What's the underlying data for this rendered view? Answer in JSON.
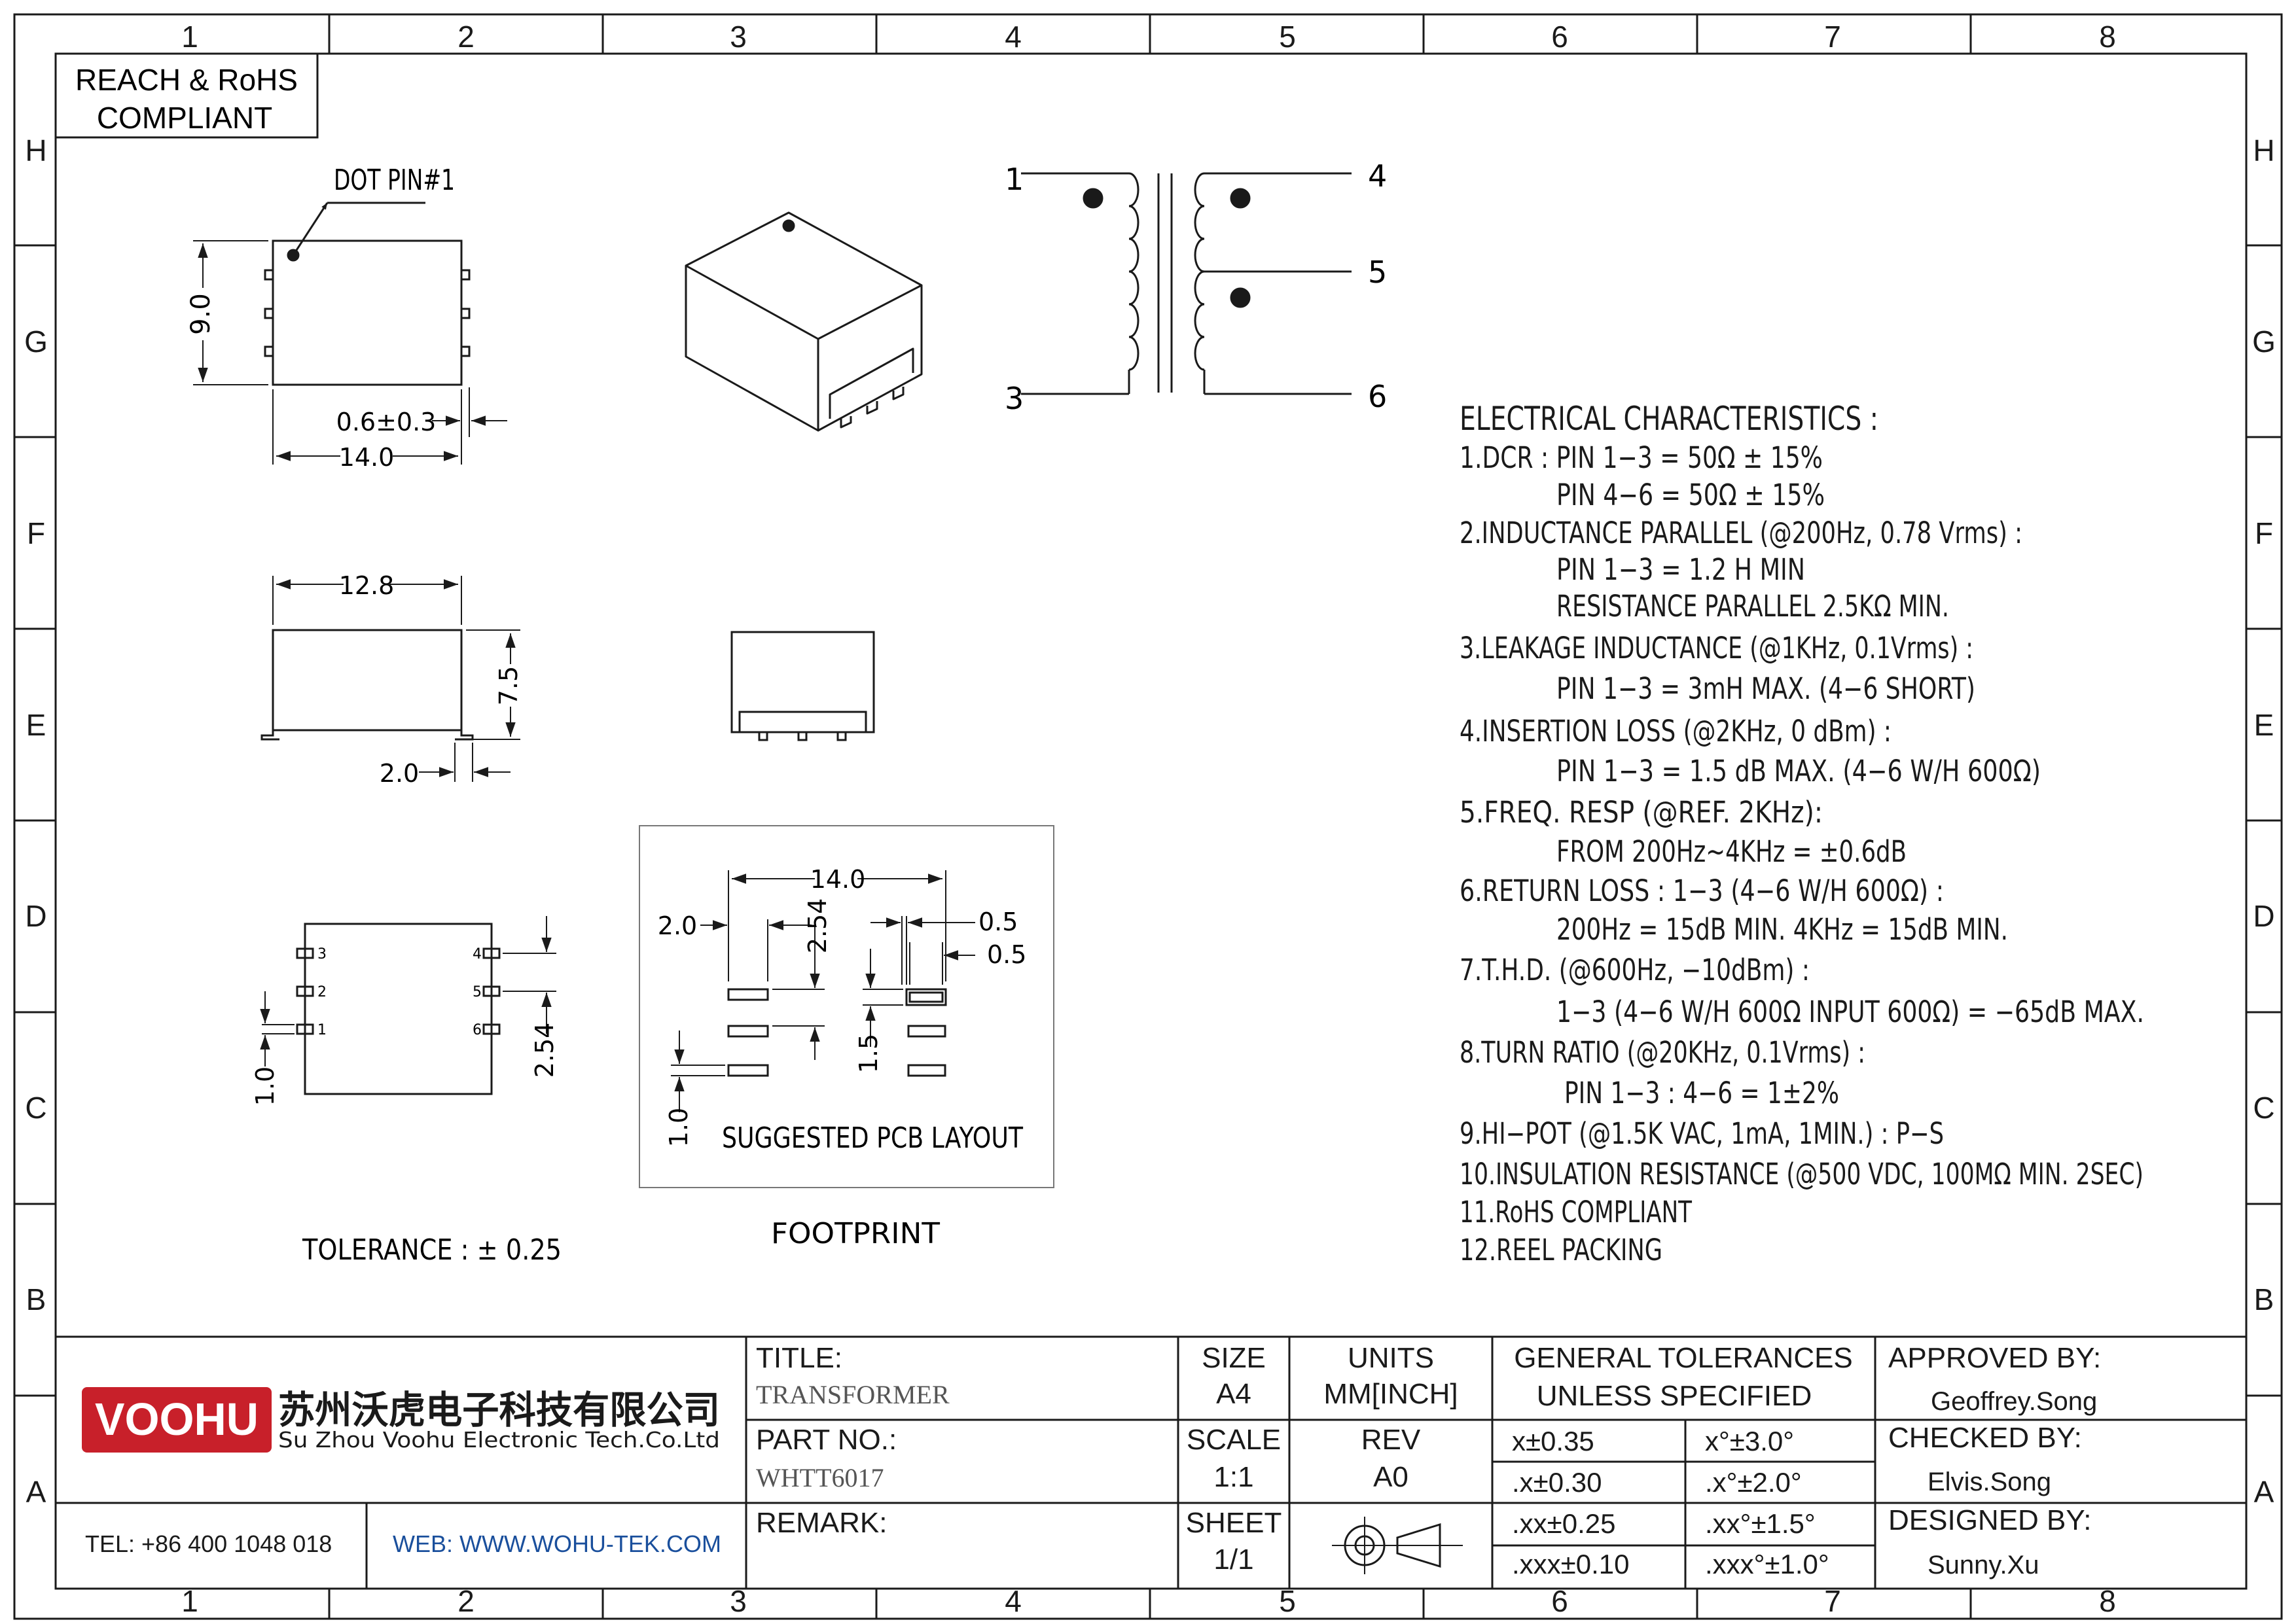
{
  "grid": {
    "columns": [
      "1",
      "2",
      "3",
      "4",
      "5",
      "6",
      "7",
      "8"
    ],
    "rows": [
      "H",
      "G",
      "F",
      "E",
      "D",
      "C",
      "B",
      "A"
    ]
  },
  "compliance_box": {
    "line1": "REACH & RoHS",
    "line2": "COMPLIANT"
  },
  "top_view": {
    "dot_label": "DOT PIN#1",
    "height_dim": "9.0",
    "pin_dim": "0.6±0.3",
    "width_dim": "14.0"
  },
  "side_view": {
    "width_dim": "12.8",
    "height_dim": "7.5",
    "pad_dim": "2.0"
  },
  "bottom_view": {
    "pin_labels": [
      "3",
      "2",
      "1",
      "4",
      "5",
      "6"
    ],
    "pin_width_dim": "1.0",
    "pitch_dim": "2.54"
  },
  "pcb_layout": {
    "title": "SUGGESTED PCB LAYOUT",
    "width_dim": "14.0",
    "offset_dim": "2.0",
    "pitch_dim": "2.54",
    "gap_dim_a": "0.5",
    "gap_dim_b": "0.5",
    "pad_length_dim": "1.5",
    "pad_width_dim": "1.0"
  },
  "tolerance_note": "TOLERANCE : ± 0.25",
  "footprint_label": "FOOTPRINT",
  "schematic": {
    "pins": [
      "1",
      "3",
      "4",
      "5",
      "6"
    ]
  },
  "electrical": {
    "title": "ELECTRICAL CHARACTERISTICS :",
    "lines": [
      "1.DCR : PIN 1−3 = 50Ω ± 15%",
      "PIN 4−6 = 50Ω ± 15%",
      "2.INDUCTANCE PARALLEL (@200Hz, 0.78 Vrms) :",
      "PIN 1−3 = 1.2 H MIN",
      "RESISTANCE PARALLEL 2.5KΩ MIN.",
      "3.LEAKAGE INDUCTANCE (@1KHz, 0.1Vrms) :",
      "PIN 1−3 = 3mH MAX. (4−6 SHORT)",
      "4.INSERTION LOSS (@2KHz, 0 dBm) :",
      "PIN 1−3 = 1.5 dB MAX. (4−6 W/H 600Ω)",
      "5.FREQ. RESP (@REF. 2KHz):",
      "FROM 200Hz~4KHz = ±0.6dB",
      "6.RETURN LOSS : 1−3 (4−6 W/H 600Ω) :",
      "200Hz = 15dB MIN. 4KHz = 15dB MIN.",
      "7.T.H.D. (@600Hz, −10dBm) :",
      "1−3 (4−6 W/H 600Ω INPUT 600Ω) = −65dB MAX.",
      "8.TURN RATIO (@20KHz, 0.1Vrms) :",
      "PIN 1−3 : 4−6 = 1±2%",
      "9.HI−POT (@1.5K VAC, 1mA, 1MIN.) : P−S",
      "10.INSULATION RESISTANCE (@500 VDC, 100MΩ MIN. 2SEC)",
      "11.RoHS COMPLIANT",
      "12.REEL PACKING"
    ]
  },
  "title_block": {
    "logo_text": "VOOHU",
    "company_cn": "苏州沃虎电子科技有限公司",
    "company_en": "Su Zhou Voohu Electronic Tech.Co.Ltd",
    "tel": "TEL: +86 400 1048 018",
    "web": "WEB: WWW.WOHU-TEK.COM",
    "title_label": "TITLE:",
    "title_value": "TRANSFORMER",
    "part_label": "PART NO.:",
    "part_value": "WHTT6017",
    "remark_label": "REMARK:",
    "size_label": "SIZE",
    "size_value": "A4",
    "units_label": "UNITS",
    "units_value": "MM[INCH]",
    "scale_label": "SCALE",
    "scale_value": "1:1",
    "rev_label": "REV",
    "rev_value": "A0",
    "sheet_label": "SHEET",
    "sheet_value": "1/1",
    "tol_title_1": "GENERAL TOLERANCES",
    "tol_title_2": "UNLESS SPECIFIED",
    "tolerances": [
      [
        "x±0.35",
        "x°±3.0°"
      ],
      [
        ".x±0.30",
        ".x°±2.0°"
      ],
      [
        ".xx±0.25",
        ".xx°±1.5°"
      ],
      [
        ".xxx±0.10",
        ".xxx°±1.0°"
      ]
    ],
    "approved_label": "APPROVED BY:",
    "approved_value": "Geoffrey.Song",
    "checked_label": "CHECKED BY:",
    "checked_value": "Elvis.Song",
    "designed_label": "DESIGNED BY:",
    "designed_value": "Sunny.Xu"
  },
  "colors": {
    "line": "#1a1a1a",
    "logo_red": "#c8202a",
    "web_blue": "#1a4f9c"
  }
}
